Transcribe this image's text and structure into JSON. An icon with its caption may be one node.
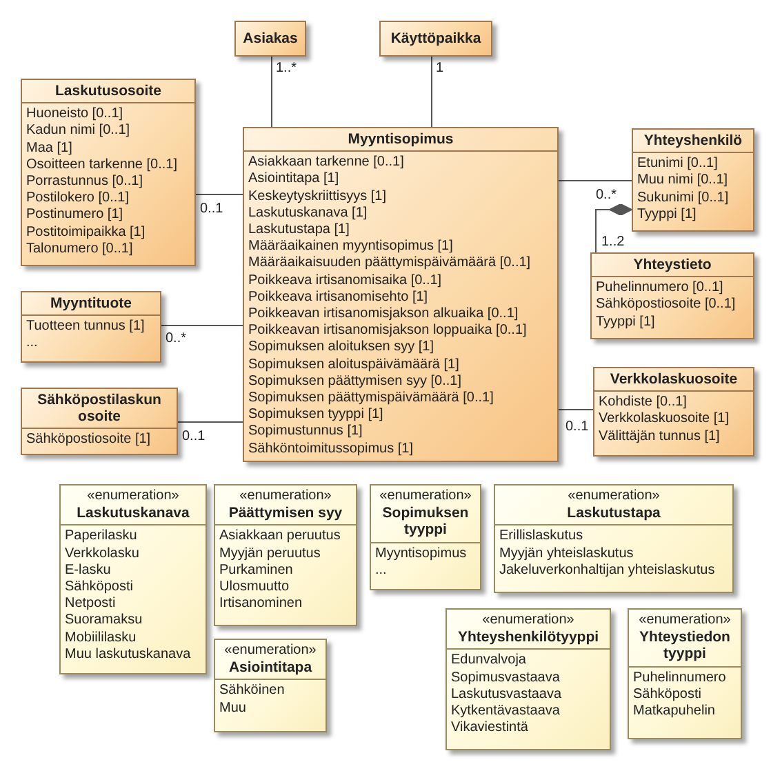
{
  "diagram": {
    "nodes": [
      {
        "text": [
          "Asiakas"
        ]
      },
      {
        "text": [
          "Käyttöpaikka"
        ]
      },
      {
        "text": [
          "Laskutusosoite",
          "Huoneisto [0..1]",
          "Kadun nimi [0..1]",
          "Maa [1]",
          "Osoitteen tarkenne [0..1]",
          "Porrastunnus [0..1]",
          "Postilokero [0..1]",
          "Postinumero [1]",
          "Postitoimipaikka [1]",
          "Talonumero [0..1]"
        ]
      },
      {
        "text": [
          "Myyntisopimus",
          "Asiakkaan tarkenne [0..1]",
          "Asiointitapa [1]",
          "Keskeytyskriittisyys [1]",
          "Laskutuskanava [1]",
          "Laskutustapa [1]",
          "Määräaikainen myyntisopimus [1]",
          "Määräaikaisuuden päättymispäivämäärä [0..1]",
          "Poikkeava irtisanomisaika [0..1]",
          "Poikkeava irtisanomisehto [1]",
          "Poikkeavan irtisanomisjakson alkuaika [0..1]",
          "Poikkeavan irtisanomisjakson loppuaika [0..1]",
          "Sopimuksen aloituksen syy [1]",
          "Sopimuksen aloituspäivämäärä [1]",
          "Sopimuksen päättymisen syy [0..1]",
          "Sopimuksen päättymispäivämäärä [0..1]",
          "Sopimuksen tyyppi [1]",
          "Sopimustunnus [1]",
          "Sähköntoimitussopimus [1]"
        ]
      },
      {
        "text": [
          "Yhteyshenkilö",
          "Etunimi [0..1]",
          "Muu nimi [0..1]",
          "Sukunimi [0..1]",
          "Tyyppi [1]"
        ]
      },
      {
        "text": [
          "Yhteystieto",
          "Puhelinnumero [0..1]",
          "Sähköpostiosoite [0..1]",
          "Tyyppi [1]"
        ]
      },
      {
        "text": [
          "Myyntituote",
          "Tuotteen tunnus [1]",
          "..."
        ]
      },
      {
        "text": [
          "Sähköpostilaskun osoite",
          "Sähköpostiosoite [1]"
        ]
      },
      {
        "text": [
          "Verkkolaskuosoite",
          "Kohdiste [0..1]",
          "Verkkolaskuosoite [1]",
          "Välittäjän tunnus [1]"
        ]
      },
      {
        "text": [
          "«enumeration»",
          "Laskutuskanava",
          "Paperilasku",
          "Verkkolasku",
          "E-lasku",
          "Sähköposti",
          "Netposti",
          "Suoramaksu",
          "Mobiililasku",
          "Muu laskutuskanava"
        ]
      },
      {
        "text": [
          "«enumeration»",
          "Päättymisen syy",
          "Asiakkaan peruutus",
          "Myyjän peruutus",
          "Purkaminen",
          "Ulosmuutto",
          "Irtisanominen"
        ]
      },
      {
        "text": [
          "«enumeration»",
          "Sopimuksen tyyppi",
          "Myyntisopimus",
          "..."
        ]
      },
      {
        "text": [
          "«enumeration»",
          "Laskutustapa",
          "Erillislaskutus",
          "Myyjän yhteislaskutus",
          "Jakeluverkonhaltijan yhteislaskutus"
        ]
      },
      {
        "text": [
          "«enumeration»",
          "Asiointitapa",
          "Sähköinen",
          "Muu"
        ]
      },
      {
        "text": [
          "«enumeration»",
          "Yhteyshenkilötyyppi",
          "Edunvalvoja",
          "Sopimusvastaava",
          "Laskutusvastaava",
          "Kytkentävastaava",
          "Vikaviestintä"
        ]
      },
      {
        "text": [
          "«enumeration»",
          "Yhteystiedon tyyppi",
          "Puhelinnumero",
          "Sähköposti",
          "Matkapuhelin"
        ]
      }
    ],
    "edges": [
      {
        "from": 3,
        "to": 0,
        "arrow": "none",
        "label": "1..*"
      },
      {
        "from": 3,
        "to": 1,
        "arrow": "none",
        "label": "1"
      },
      {
        "from": 2,
        "to": 3,
        "arrow": "none",
        "label": "0..1"
      },
      {
        "from": 6,
        "to": 3,
        "arrow": "none",
        "label": "0..*"
      },
      {
        "from": 7,
        "to": 3,
        "arrow": "none",
        "label": "0..1"
      },
      {
        "from": 3,
        "to": 4,
        "arrow": "none",
        "label": "0..*"
      },
      {
        "from": 4,
        "to": 5,
        "arrow": "other",
        "label": "1..2"
      },
      {
        "from": 3,
        "to": 8,
        "arrow": "none",
        "label": "0..1"
      }
    ]
  }
}
